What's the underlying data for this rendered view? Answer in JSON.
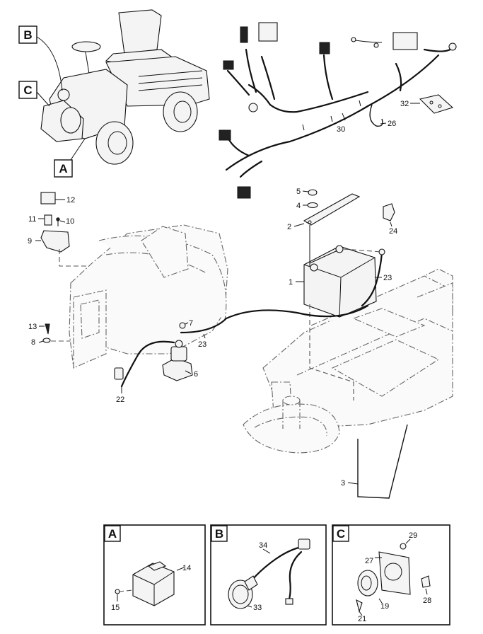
{
  "callouts": {
    "A": "A",
    "B": "B",
    "C": "C"
  },
  "parts": {
    "p1": "1",
    "p2": "2",
    "p3": "3",
    "p4": "4",
    "p5": "5",
    "p6": "6",
    "p7": "7",
    "p8": "8",
    "p9": "9",
    "p10": "10",
    "p11": "11",
    "p12": "12",
    "p13": "13",
    "p14": "14",
    "p15": "15",
    "p19": "19",
    "p21": "21",
    "p22": "22",
    "p23a": "23",
    "p23b": "23",
    "p24": "24",
    "p26": "26",
    "p27": "27",
    "p28": "28",
    "p29": "29",
    "p30": "30",
    "p32": "32",
    "p33": "33",
    "p34": "34"
  },
  "detail_boxes": {
    "A": "A",
    "B": "B",
    "C": "C"
  }
}
